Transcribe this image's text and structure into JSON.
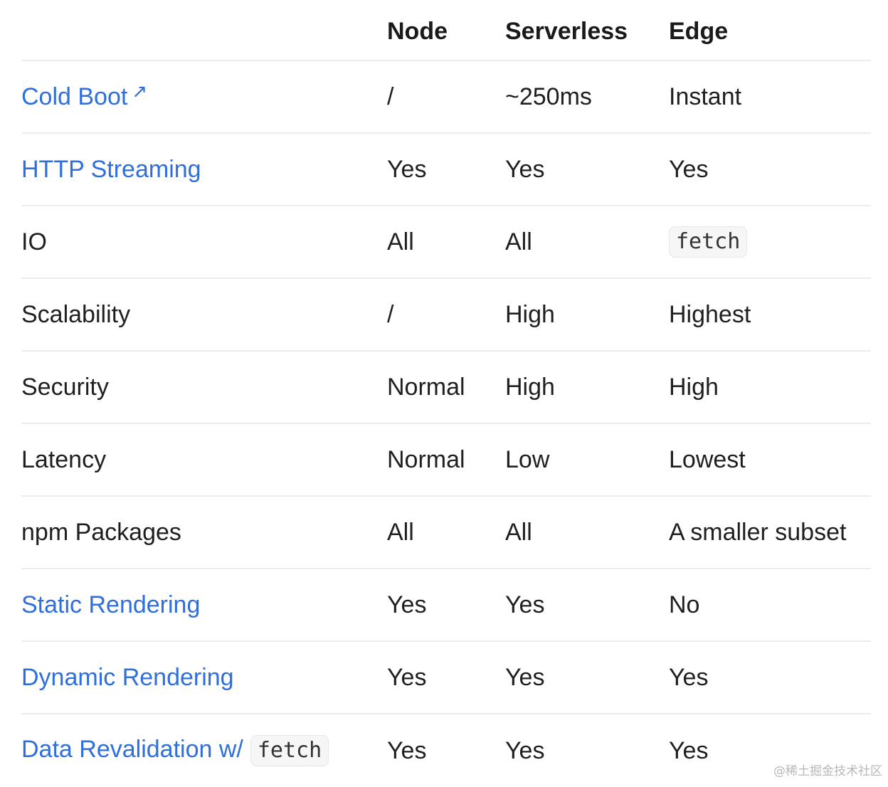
{
  "columns": [
    "",
    "Node",
    "Serverless",
    "Edge"
  ],
  "rows": [
    {
      "label": "Cold Boot",
      "label_link": true,
      "external": true,
      "node": "/",
      "serverless": "~250ms",
      "edge": "Instant"
    },
    {
      "label": "HTTP Streaming",
      "label_link": true,
      "node": "Yes",
      "serverless": "Yes",
      "edge": "Yes"
    },
    {
      "label": "IO",
      "label_link": false,
      "node": "All",
      "serverless": "All",
      "edge_code": "fetch"
    },
    {
      "label": "Scalability",
      "label_link": false,
      "node": "/",
      "serverless": "High",
      "edge": "Highest"
    },
    {
      "label": "Security",
      "label_link": false,
      "node": "Normal",
      "serverless": "High",
      "edge": "High"
    },
    {
      "label": "Latency",
      "label_link": false,
      "node": "Normal",
      "serverless": "Low",
      "edge": "Lowest"
    },
    {
      "label": "npm Packages",
      "label_link": false,
      "node": "All",
      "serverless": "All",
      "edge": "A smaller subset"
    },
    {
      "label": "Static Rendering",
      "label_link": true,
      "node": "Yes",
      "serverless": "Yes",
      "edge": "No"
    },
    {
      "label": "Dynamic Rendering",
      "label_link": true,
      "node": "Yes",
      "serverless": "Yes",
      "edge": "Yes"
    },
    {
      "label": "Data Revalidation w/",
      "label_code": "fetch",
      "label_link": true,
      "node": "Yes",
      "serverless": "Yes",
      "edge": "Yes"
    }
  ],
  "external_icon": "external-link-icon",
  "external_glyph": "↗",
  "watermark": "@稀土掘金技术社区",
  "colors": {
    "link": "#2f6fdc",
    "text": "#1f1f1f",
    "divider": "#ececec",
    "code_bg": "#f6f6f6"
  }
}
